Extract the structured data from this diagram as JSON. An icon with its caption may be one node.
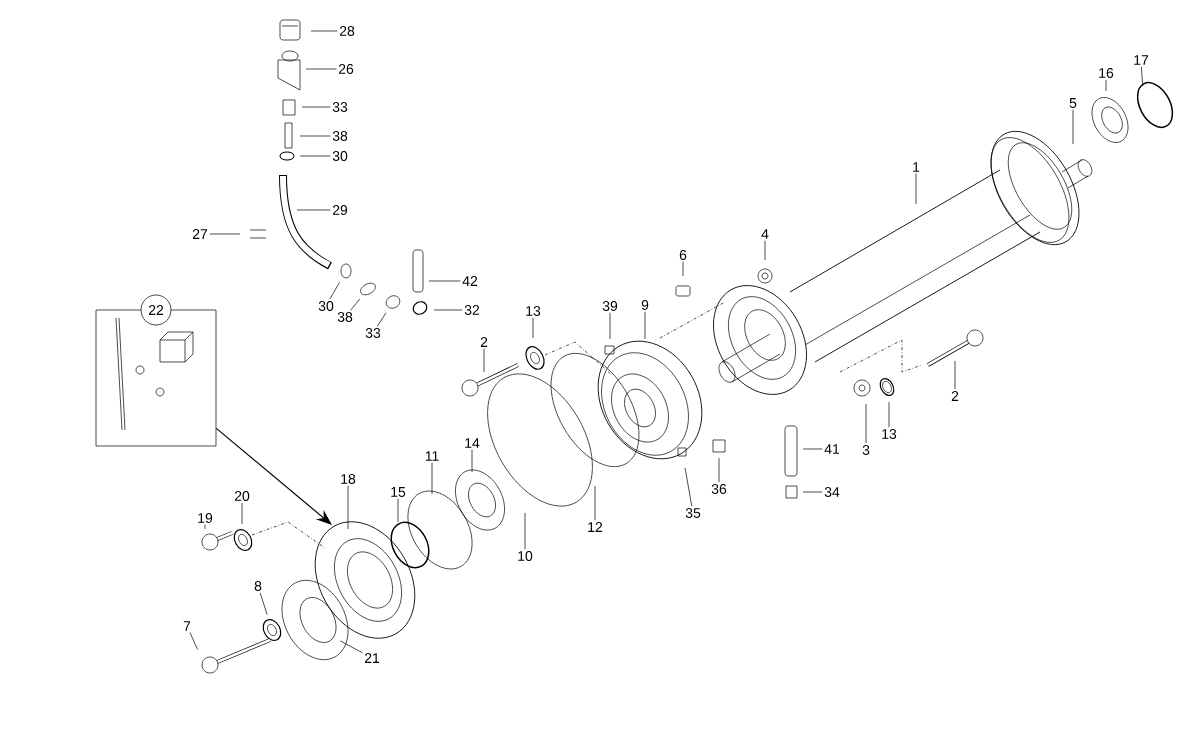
{
  "diagram": {
    "nodes": [
      {
        "text": [
          "22"
        ]
      },
      {
        "text": [
          "28"
        ]
      },
      {
        "text": [
          "26"
        ]
      },
      {
        "text": [
          "33"
        ]
      },
      {
        "text": [
          "38"
        ]
      },
      {
        "text": [
          "30"
        ]
      },
      {
        "text": [
          "17"
        ]
      },
      {
        "text": [
          "16"
        ]
      },
      {
        "text": [
          "5"
        ]
      },
      {
        "text": [
          "1"
        ]
      },
      {
        "text": [
          "29"
        ]
      },
      {
        "text": [
          "4"
        ]
      },
      {
        "text": [
          "27"
        ]
      },
      {
        "text": [
          "6"
        ]
      },
      {
        "text": [
          "42"
        ]
      },
      {
        "text": [
          "30"
        ]
      },
      {
        "text": [
          "32"
        ]
      },
      {
        "text": [
          "13"
        ]
      },
      {
        "text": [
          "39"
        ]
      },
      {
        "text": [
          "9"
        ]
      },
      {
        "text": [
          "38"
        ]
      },
      {
        "text": [
          "33"
        ]
      },
      {
        "text": [
          "2"
        ]
      },
      {
        "text": [
          "2"
        ]
      },
      {
        "text": [
          "13"
        ]
      },
      {
        "text": [
          "3"
        ]
      },
      {
        "text": [
          "41"
        ]
      },
      {
        "text": [
          "14"
        ]
      },
      {
        "text": [
          "11"
        ]
      },
      {
        "text": [
          "18"
        ]
      },
      {
        "text": [
          "15"
        ]
      },
      {
        "text": [
          "36"
        ]
      },
      {
        "text": [
          "34"
        ]
      },
      {
        "text": [
          "20"
        ]
      },
      {
        "text": [
          "35"
        ]
      },
      {
        "text": [
          "19"
        ]
      },
      {
        "text": [
          "12"
        ]
      },
      {
        "text": [
          "10"
        ]
      },
      {
        "text": [
          "8"
        ]
      },
      {
        "text": [
          "7"
        ]
      },
      {
        "text": [
          "21"
        ]
      }
    ],
    "edges": [
      {
        "from": 0,
        "to": null,
        "arrow": "to"
      },
      {
        "from": 1,
        "to": null,
        "arrow": "none"
      },
      {
        "from": 2,
        "to": null,
        "arrow": "none"
      },
      {
        "from": 3,
        "to": null,
        "arrow": "none"
      },
      {
        "from": 4,
        "to": null,
        "arrow": "none"
      },
      {
        "from": 5,
        "to": null,
        "arrow": "none"
      },
      {
        "from": 6,
        "to": null,
        "arrow": "none"
      },
      {
        "from": 7,
        "to": null,
        "arrow": "none"
      },
      {
        "from": 8,
        "to": null,
        "arrow": "none"
      },
      {
        "from": 9,
        "to": null,
        "arrow": "none"
      },
      {
        "from": 10,
        "to": null,
        "arrow": "none"
      },
      {
        "from": 11,
        "to": null,
        "arrow": "none"
      },
      {
        "from": 12,
        "to": null,
        "arrow": "none"
      },
      {
        "from": 13,
        "to": null,
        "arrow": "none"
      },
      {
        "from": 14,
        "to": null,
        "arrow": "none"
      },
      {
        "from": 15,
        "to": null,
        "arrow": "none"
      },
      {
        "from": 16,
        "to": null,
        "arrow": "none"
      },
      {
        "from": 17,
        "to": null,
        "arrow": "none"
      },
      {
        "from": 18,
        "to": null,
        "arrow": "none"
      },
      {
        "from": 19,
        "to": null,
        "arrow": "none"
      },
      {
        "from": 20,
        "to": null,
        "arrow": "none"
      },
      {
        "from": 21,
        "to": null,
        "arrow": "none"
      },
      {
        "from": 22,
        "to": null,
        "arrow": "none"
      },
      {
        "from": 23,
        "to": null,
        "arrow": "none"
      },
      {
        "from": 24,
        "to": null,
        "arrow": "none"
      },
      {
        "from": 25,
        "to": null,
        "arrow": "none"
      },
      {
        "from": 26,
        "to": null,
        "arrow": "none"
      },
      {
        "from": 27,
        "to": null,
        "arrow": "none"
      },
      {
        "from": 28,
        "to": null,
        "arrow": "none"
      },
      {
        "from": 29,
        "to": null,
        "arrow": "none"
      },
      {
        "from": 30,
        "to": null,
        "arrow": "none"
      },
      {
        "from": 31,
        "to": null,
        "arrow": "none"
      },
      {
        "from": 32,
        "to": null,
        "arrow": "none"
      },
      {
        "from": 33,
        "to": null,
        "arrow": "none"
      },
      {
        "from": 34,
        "to": null,
        "arrow": "none"
      },
      {
        "from": 35,
        "to": null,
        "arrow": "none"
      },
      {
        "from": 36,
        "to": null,
        "arrow": "none"
      },
      {
        "from": 37,
        "to": null,
        "arrow": "none"
      },
      {
        "from": 38,
        "to": null,
        "arrow": "none"
      },
      {
        "from": 39,
        "to": null,
        "arrow": "none"
      },
      {
        "from": 40,
        "to": null,
        "arrow": "none"
      }
    ]
  }
}
